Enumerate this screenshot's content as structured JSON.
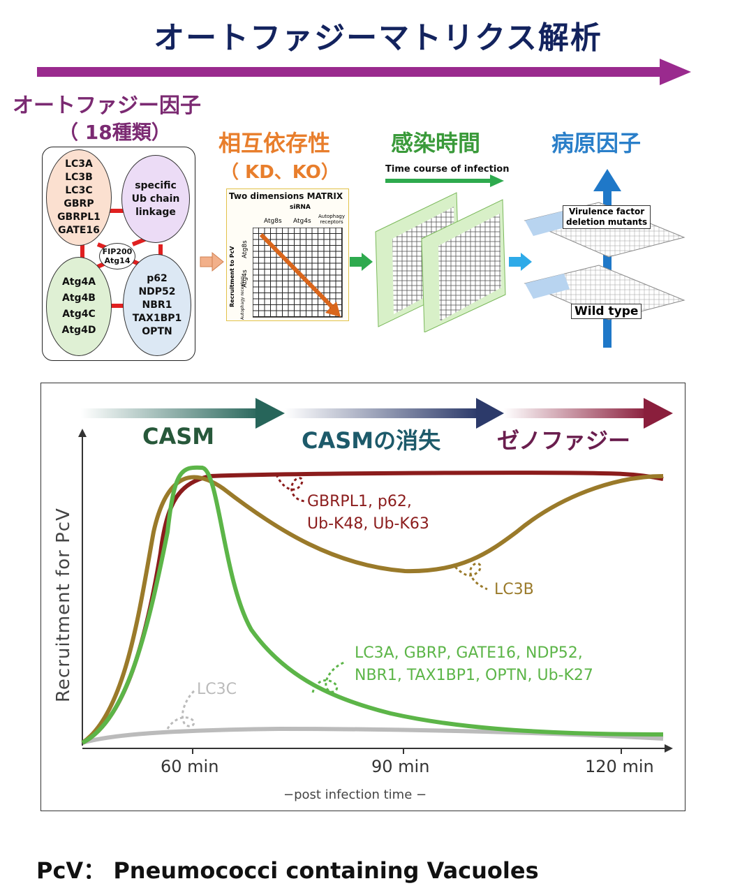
{
  "title": "オートファジーマトリクス解析",
  "colors": {
    "title": "#13235e",
    "purple": "#7b2a72",
    "orange": "#e87e2c",
    "green": "#3a9a3a",
    "blue": "#2a7fc9",
    "dark_red": "#8b1c1c",
    "olive": "#9a7a2a",
    "light_green": "#5cb548",
    "grey": "#bbbbbb"
  },
  "factors": {
    "title": "オートファジー因子",
    "subtitle": "（ 18種類）",
    "lc3_group": [
      "LC3A",
      "LC3B",
      "LC3C",
      "GBRP",
      "GBRPL1",
      "GATE16"
    ],
    "ub_group": [
      "specific",
      "Ub chain",
      "linkage"
    ],
    "atg4_group": [
      "Atg4A",
      "Atg4B",
      "Atg4C",
      "Atg4D"
    ],
    "receptor_group": [
      "p62",
      "NDP52",
      "NBR1",
      "TAX1BP1",
      "OPTN"
    ],
    "center": [
      "FIP200",
      "Atg14"
    ]
  },
  "interdependence": {
    "title": "相互依存性",
    "subtitle": "（ KD、KO）",
    "matrix_title": "Two dimensions MATRIX",
    "sirna": "siRNA",
    "cols": [
      "Atg8s",
      "Atg4s",
      "Autophagy receptors"
    ],
    "y_label": "Recruitment to PcV",
    "rows": [
      "Atg8s",
      "Atg4s",
      "Autophagy receptors"
    ]
  },
  "infection_time": {
    "title": "感染時間",
    "caption": "Time course of infection"
  },
  "pathogen": {
    "title": "病原因子",
    "mutants": [
      "Virulence factor",
      "deletion mutants"
    ],
    "wild": "Wild type"
  },
  "chart": {
    "phases": [
      "CASM",
      "CASMの消失",
      "ゼノファジー"
    ],
    "ylabel": "Recruitment for PcV",
    "xlabel": "−post infection time −",
    "ticks": [
      "60 min",
      "90 min",
      "120 min"
    ],
    "annotations": {
      "red": [
        "GBRPL1, p62,",
        "Ub-K48, Ub-K63"
      ],
      "olive": [
        "LC3B"
      ],
      "green": [
        "LC3A, GBRP, GATE16, NDP52,",
        "NBR1, TAX1BP1, OPTN, Ub-K27"
      ],
      "grey": [
        "LC3C"
      ]
    }
  },
  "footer": "PcV： Pneumococci containing Vacuoles"
}
